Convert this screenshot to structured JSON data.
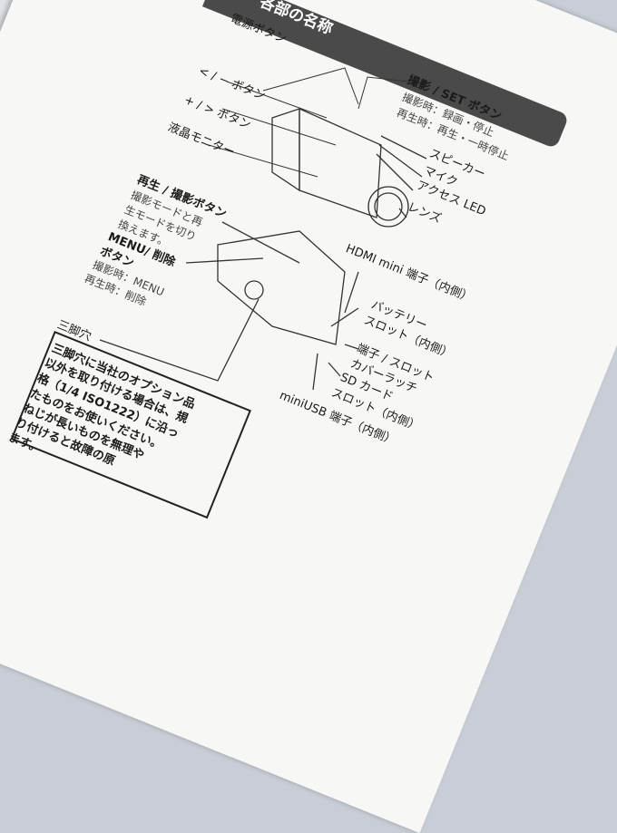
{
  "header": {
    "title": "各部の名称"
  },
  "labels": {
    "power": "電源ボタン",
    "shoot_set": "撮影 / SET ボタン",
    "shoot_set_rec": "撮影時：録画・停止",
    "shoot_set_play": "再生時：再生・一時停止",
    "minus": "< / − ボタン",
    "plus": "+ / > ボタン",
    "lcd": "液晶モニター",
    "speaker": "スピーカー",
    "mic": "マイク",
    "access_led": "アクセス LED",
    "lens": "レンズ",
    "play_shoot": "再生 / 撮影ボタン",
    "play_shoot_desc": [
      "撮影モードと再",
      "生モードを切り",
      "換えます。"
    ],
    "menu": "MENU/ 削除",
    "menu2": "ボタン",
    "menu_rec": "撮影時：MENU",
    "menu_play": "再生時：削除",
    "hdmi": "HDMI mini 端子（内側）",
    "battery": "バッテリー",
    "battery2": "スロット（内側）",
    "latch": "端子 / スロット",
    "latch2": "カバーラッチ",
    "sd": "SD カード",
    "sd2": "スロット（内側）",
    "usb": "miniUSB 端子（内側）",
    "tripod": "三脚穴"
  },
  "note": [
    "三脚穴に当社のオプション品",
    "以外を取り付ける場合は、規",
    "格（1/4 ISO1222）に沿っ",
    "たものをお使いください。",
    "ねじが長いものを無理や",
    "り付けると故障の原",
    "ます。"
  ]
}
